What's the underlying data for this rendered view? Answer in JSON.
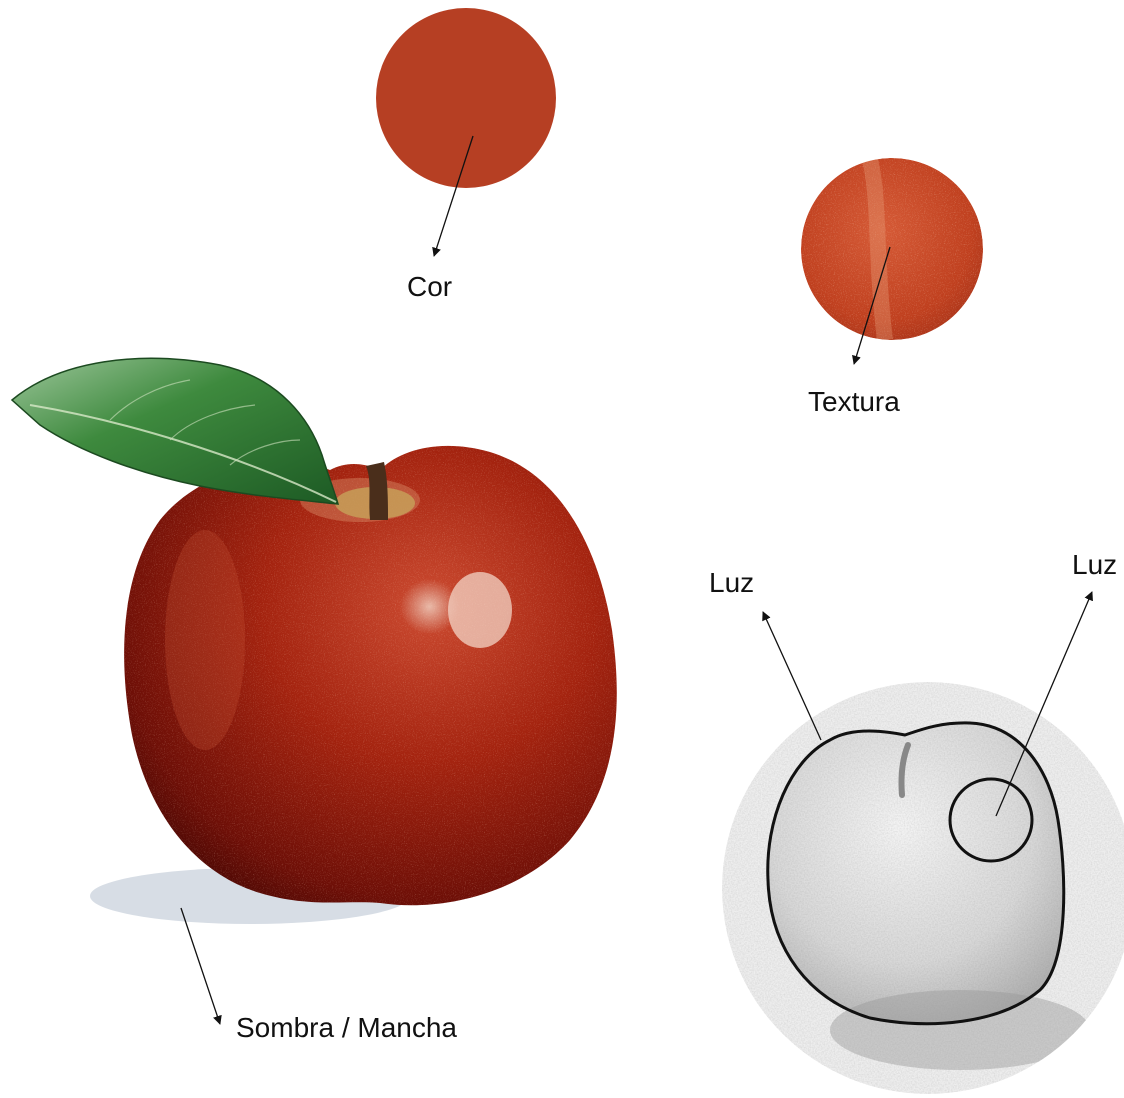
{
  "labels": {
    "cor": "Cor",
    "textura": "Textura",
    "sombra": "Sombra / Mancha",
    "luz_left": "Luz",
    "luz_right": "Luz"
  },
  "colors": {
    "solid_red": "#b63f23",
    "texture_red": "#c2452a",
    "apple_red": "#9c1c0e",
    "leaf_green": "#2f7a33",
    "arrow": "#111111",
    "sketch_bg": "#eeeeee"
  }
}
